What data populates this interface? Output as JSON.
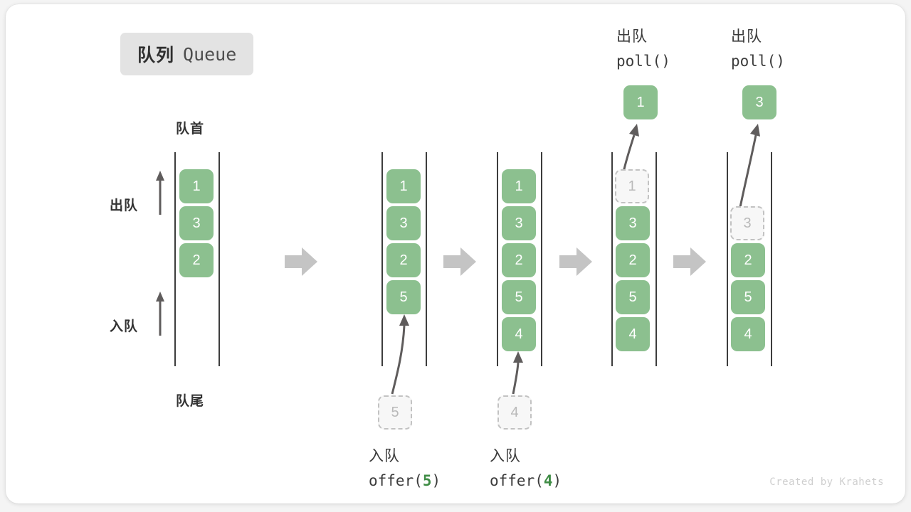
{
  "title": {
    "cn": "队列",
    "en": "Queue"
  },
  "labels": {
    "head": "队首",
    "tail": "队尾",
    "dequeue": "出队",
    "enqueue": "入队"
  },
  "credit": "Created by Krahets",
  "colors": {
    "element": "#8cc08f",
    "ghost_border": "#c2c2c2",
    "accent_number": "#3f8c45",
    "rail": "#3d3d3d",
    "step_arrow": "#c4c4c4"
  },
  "stages": [
    {
      "id": "initial",
      "items": [
        "1",
        "3",
        "2"
      ],
      "ghost_index": null,
      "caption_cn": "",
      "caption_code": "",
      "popped": null,
      "pending": null
    },
    {
      "id": "offer-5",
      "items": [
        "1",
        "3",
        "2",
        "5"
      ],
      "ghost_index": null,
      "caption_cn": "入队",
      "caption_code_prefix": "offer(",
      "caption_code_num": "5",
      "caption_code_suffix": ")",
      "popped": null,
      "pending": "5"
    },
    {
      "id": "offer-4",
      "items": [
        "1",
        "3",
        "2",
        "5",
        "4"
      ],
      "ghost_index": null,
      "caption_cn": "入队",
      "caption_code_prefix": "offer(",
      "caption_code_num": "4",
      "caption_code_suffix": ")",
      "popped": null,
      "pending": "4"
    },
    {
      "id": "poll-1",
      "items": [
        "1",
        "3",
        "2",
        "5",
        "4"
      ],
      "ghost_index": 0,
      "caption_cn": "出队",
      "caption_code": "poll()",
      "popped": "1",
      "pending": null
    },
    {
      "id": "poll-3",
      "items": [
        "3",
        "2",
        "5",
        "4"
      ],
      "ghost_index": 0,
      "caption_cn": "出队",
      "caption_code": "poll()",
      "popped": "3",
      "pending": null
    }
  ]
}
